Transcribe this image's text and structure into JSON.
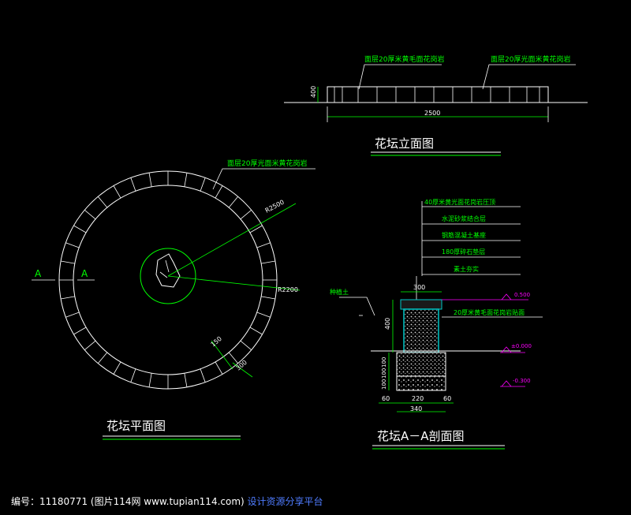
{
  "elevation": {
    "title": "花坛立面图",
    "note_left": "面层20厚米黄毛面花岗岩",
    "note_right": "面层20厚光面米黄花岗岩",
    "dim_length": "2500",
    "dim_height": "400"
  },
  "plan": {
    "title": "花坛平面图",
    "note": "面层20厚光面米黄花岗岩",
    "radius_outer": "R2500",
    "radius_inner": "R2200",
    "section_mark_left": "A",
    "section_mark_right": "A",
    "dim_a": "150",
    "dim_b": "300"
  },
  "section": {
    "title": "花坛A－A剖面图",
    "layers": [
      "40厚米黄光面花岗岩压顶",
      "水泥砂浆结合层",
      "钢筋混凝土基座",
      "180厚碎石垫层",
      "素土夯实"
    ],
    "soil_label": "种植土",
    "cap_note": "20厚米黄毛面花岗岩贴面",
    "dim_top": "300",
    "dim_wall": "400",
    "dim_base1": "100",
    "dim_base2": "100",
    "dim_base3": "100",
    "dim_bottom_left": "60",
    "dim_bottom_mid": "220",
    "dim_bottom_right": "60",
    "dim_bottom_total": "340",
    "level_top": "0.500",
    "level_ground": "±0.000",
    "level_bottom": "-0.300"
  },
  "footer": {
    "id_text": "编号：11180771 (图片114网 www.tupian114.com)",
    "site_text": "设计资源分享平台"
  },
  "colors": {
    "background": "#000000",
    "line": "#ffffff",
    "annotation": "#00ff00",
    "level": "#ff00ff",
    "fill": "#00c8c8"
  }
}
